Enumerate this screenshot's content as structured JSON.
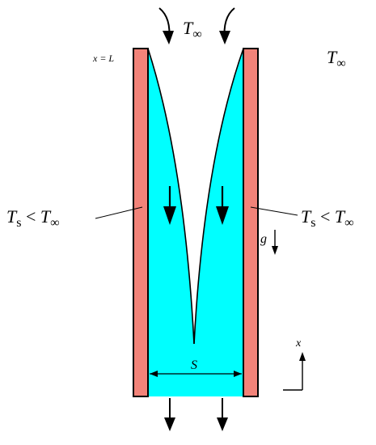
{
  "labels": {
    "top_temp_var": "T",
    "top_temp_sub": "∞",
    "right_temp_var": "T",
    "right_temp_sub": "∞",
    "x_eq_L": "x = L",
    "left_eq_ts_var": "T",
    "left_eq_ts_sub": "s",
    "left_eq_lt": " < ",
    "left_eq_tinf_var": "T",
    "left_eq_tinf_sub": "∞",
    "right_eq_ts_var": "T",
    "right_eq_ts_sub": "s",
    "right_eq_lt": " < ",
    "right_eq_tinf_var": "T",
    "right_eq_tinf_sub": "∞",
    "gravity": "g",
    "spacing": "S",
    "x_axis": "x"
  },
  "colors": {
    "plate": "#f28379",
    "fluid": "#00ffff",
    "stroke": "#000000"
  }
}
